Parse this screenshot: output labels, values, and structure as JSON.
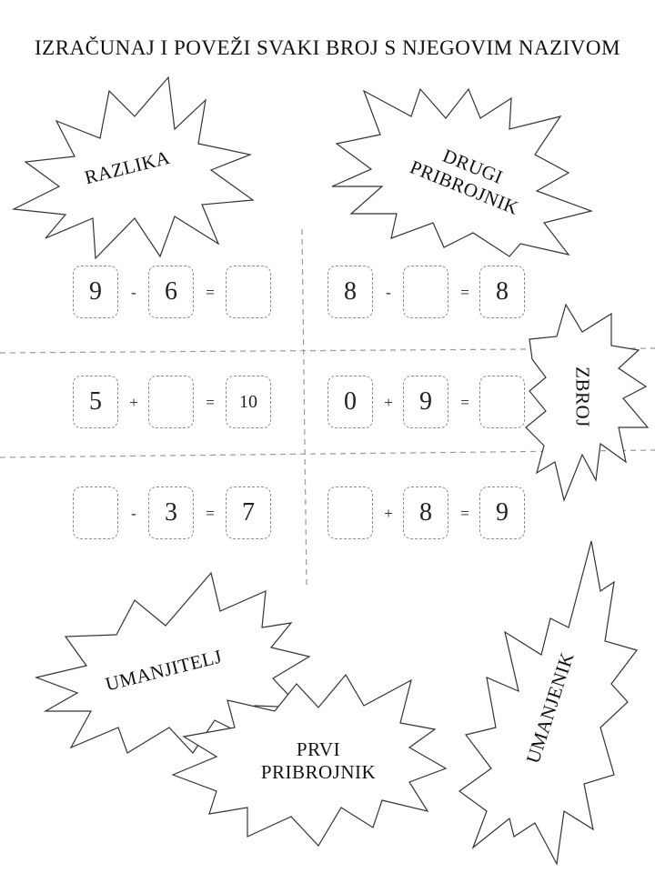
{
  "title": "IZRAČUNAJ I POVEŽI SVAKI BROJ S NJEGOVIM NAZIVOM",
  "labels": {
    "razlika": "RAZLIKA",
    "drugi_line1": "DRUGI",
    "drugi_line2": "PRIBROJNIK",
    "zbroj": "ZBROJ",
    "umanjitelj": "UMANJITELJ",
    "prvi_line1": "PRVI",
    "prvi_line2": "PRIBROJNIK",
    "umanjenik": "UMANJENIK"
  },
  "equations": [
    {
      "a": "9",
      "op": "-",
      "b": "6",
      "eq": "=",
      "c": ""
    },
    {
      "a": "8",
      "op": "-",
      "b": "",
      "eq": "=",
      "c": "8"
    },
    {
      "a": "5",
      "op": "+",
      "b": "",
      "eq": "=",
      "c": "10"
    },
    {
      "a": "0",
      "op": "+",
      "b": "9",
      "eq": "=",
      "c": ""
    },
    {
      "a": "",
      "op": "-",
      "b": "3",
      "eq": "=",
      "c": "7"
    },
    {
      "a": "",
      "op": "+",
      "b": "8",
      "eq": "=",
      "c": "9"
    }
  ]
}
